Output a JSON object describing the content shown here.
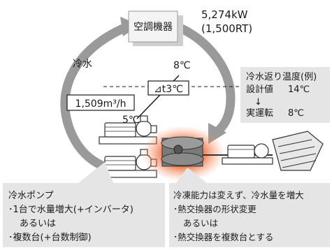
{
  "aircon": {
    "label": "空調機器",
    "capacity_kw": "5,274kW",
    "capacity_rt": "(1,500RT)"
  },
  "loop": {
    "chilled_water_label": "冷水",
    "temp_supply_return": "8℃",
    "temp_supply": "5℃",
    "delta_t": "⊿t3℃",
    "flow": "1,509m³/h"
  },
  "return_temp_box": {
    "title": "冷水返り温度(例)",
    "design_label": "設計値",
    "design_value": "14℃",
    "actual_label": "実運転",
    "actual_value": "8℃",
    "arrow": "↓"
  },
  "pump_box": {
    "title": "冷水ポンプ",
    "line1": "･1台で水量増大(+インバータ)",
    "line2": "あるいは",
    "line3": "･複数台(+台数制御)"
  },
  "chiller_box": {
    "line1": "冷凍能力は変えず、冷水量を増大",
    "line2": "･熱交換器の形状変更",
    "line3": "あるいは",
    "line4": "･熱交換器を複数台とする"
  },
  "colors": {
    "loop_gray": "#9a9a9a",
    "callout_gray": "#e5e5e5",
    "chiller_glow": "#e8622a",
    "equipment_outline": "#333333"
  }
}
